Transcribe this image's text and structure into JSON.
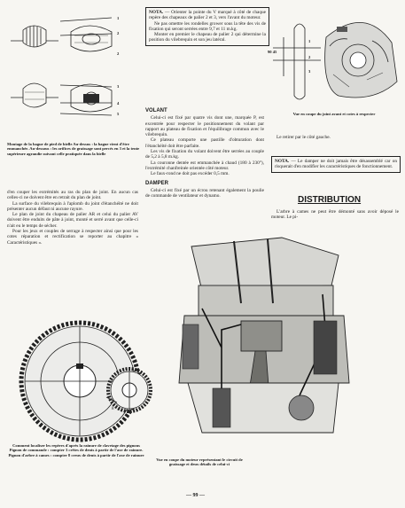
{
  "nota_top": {
    "label": "NOTA.",
    "text": "— Orienter la pointe du V marqué à côté de chaque repère des chapeaux de palier 2 et 3, vers l'avant du moteur.",
    "p2": "Ne pas omettre les rondelles grower sous la tête des vis de fixation qui seront serrées entre 9,7 et 11 m.kg.",
    "p3": "Monter en premier le chapeau de palier 2 qui détermine la position du vilebrequin et son jeu latéral."
  },
  "fig_joint": {
    "labels": {
      "n1": "1",
      "n2": "2",
      "n3": "3",
      "n4": "4",
      "n5": "5",
      "n2b": "2"
    },
    "caption": "Montage de la bague de pied de bielle Au-dessus : la bague vient d'être emmanchée. Au-dessous : les orifices de graissage sont percés en 3 et la tente supérieure agrandie suivant celle pratiquée dans la bielle"
  },
  "fig_seal": {
    "labels": {
      "n1": "1",
      "n2": "2",
      "n3": "3",
      "side": "90 45"
    },
    "caption": "Vue en coupe du joint avant et cotes à respecter"
  },
  "volant": {
    "heading": "VOLANT",
    "p1": "Celui-ci est fixé par quatre vis dont une, marquée P, est excentrée pour respecter le positionnement du volant par rapport au plateau de fixation et l'équilibrage commun avec le vilebrequin.",
    "p2": "Ce plateau comporte une pastille d'obturation dont l'étanchéité doit être parfaite.",
    "p3": "Les vis de fixation du volant doivent être serrées au couple de 5,2 à 5,8 m.kg.",
    "p4": "La couronne dentée est emmanchée à chaud (180 à 230°), l'extrémité chanfreinée orientée côté moteur.",
    "p5": "Le faux-rond ne doit pas excéder 0,5 mm."
  },
  "damper": {
    "heading": "DAMPER",
    "p1": "Celui-ci est fixé par un écrou retenant également la poulie de commande de ventilateur et dynamo.",
    "p2": "Le retirer par le côté gauche."
  },
  "nota_damper": {
    "label": "NOTA.",
    "text": "— Le damper ne doit jamais être désassemblé car on risquerait d'en modifier les caractéristiques de fonctionnement."
  },
  "distribution": {
    "heading": "DISTRIBUTION",
    "p1": "L'arbre à cames ne peut être démonté sans avoir déposé le moteur. Le pi-"
  },
  "left_text": {
    "p1": "d'en couper les extrémités au ras du plan de joint. En aucun cas celles-ci ne doivent être en retrait du plan de joint.",
    "p2": "La surface du vilebrequin à l'aplomb du joint d'étanchéité ne doit présenter aucun défaut ni aucune rayure.",
    "p3": "Le plan de joint du chapeau de palier AR et celui du palier AV doivent être enduits de pâte à joint, monté et serré avant que celle-ci n'ait eu le temps de sécher.",
    "p4": "Pour les jeux et couples de serrage à respecter ainsi que pour les cotes réparation et rectification se reporter au chapitre « Caractéristiques »."
  },
  "fig_gears": {
    "caption": "Comment localiser les repères d'après la rainure de clavetage des pignons Pignon de commande : compter 3 crêtes de dents à partir de l'axe de rainure. Pignon d'arbre à cames : compter 8 creux de dents à partir de l'axe de rainure"
  },
  "fig_engine": {
    "caption": "Vue en coupe du moteur représentant le circuit de graissage et deux détails de celui-ci"
  },
  "page_number": "— 99 —"
}
